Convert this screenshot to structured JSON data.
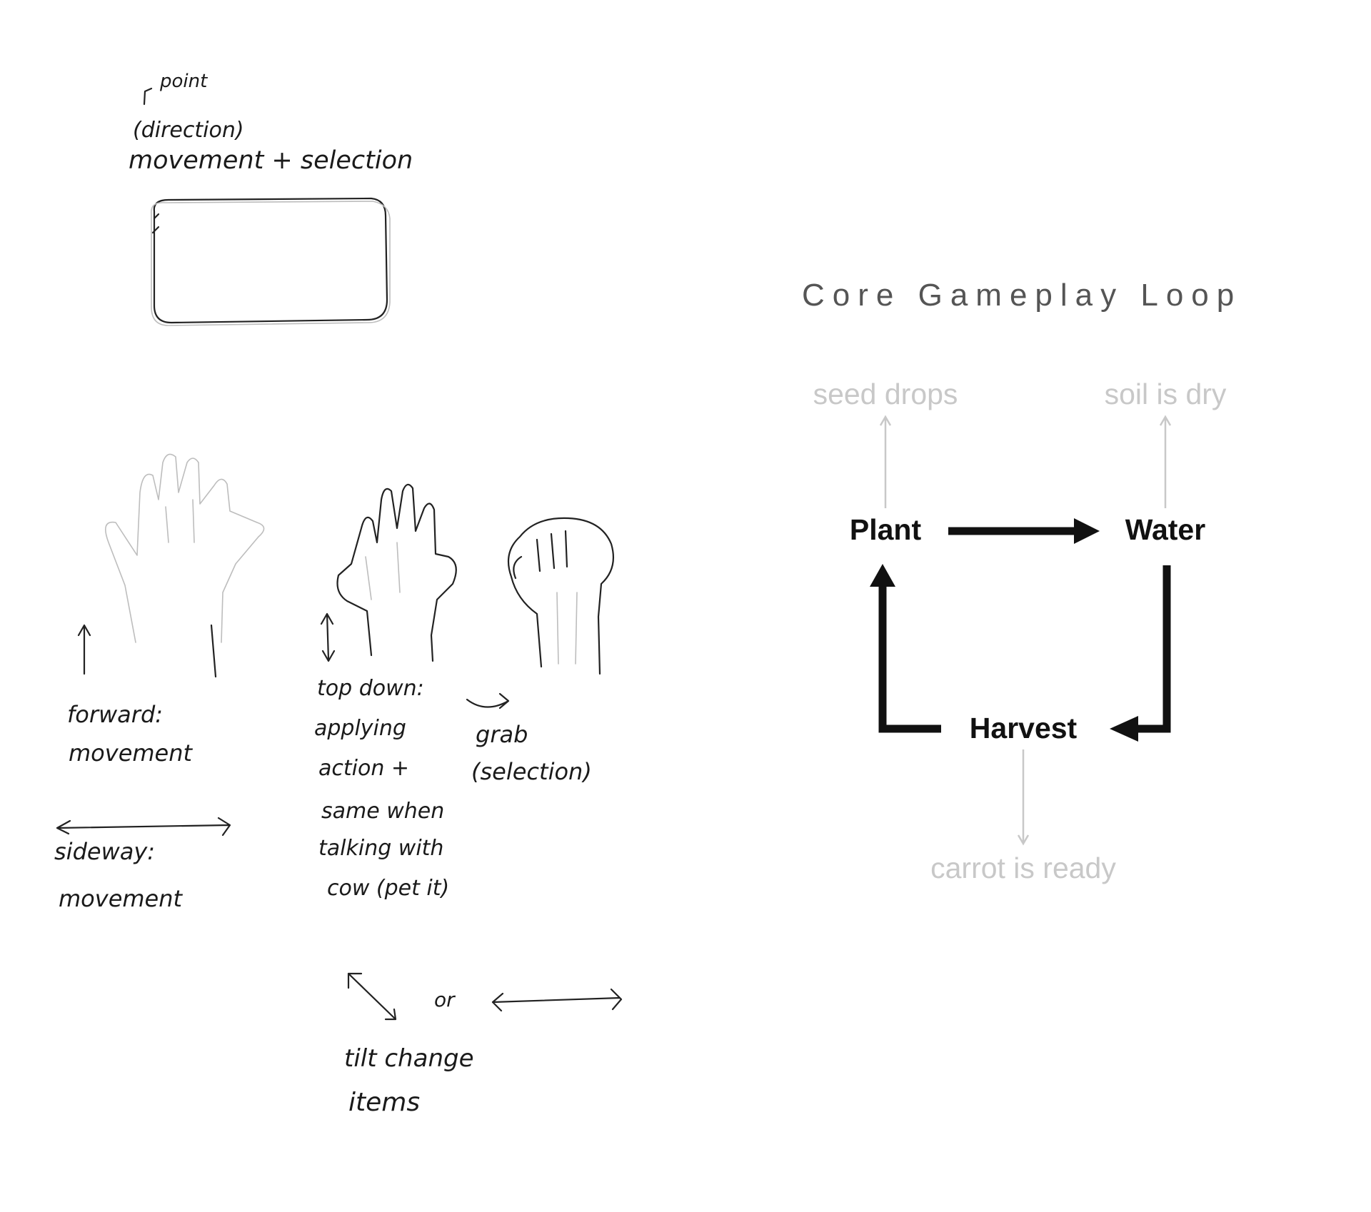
{
  "sketches": {
    "top_note_small": "point",
    "top_note_direction": "(direction)",
    "top_note_main": "movement + selection",
    "forward_label": "forward:",
    "forward_label_2": "movement",
    "sideway_label": "sideway:",
    "sideway_label_2": "movement",
    "topdown_lines": [
      "top down:",
      "applying",
      "action +",
      "same when",
      "talking with",
      "cow (pet it)"
    ],
    "grab_label": "grab",
    "grab_label_2": "(selection)",
    "or_label": "or",
    "tilt_label": "tilt change",
    "tilt_label_2": "items"
  },
  "loop": {
    "title": "Core Gameplay Loop",
    "nodes": {
      "plant": "Plant",
      "water": "Water",
      "harvest": "Harvest"
    },
    "conditions": {
      "plant": "seed drops",
      "water": "soil is dry",
      "harvest": "carrot is ready"
    }
  }
}
